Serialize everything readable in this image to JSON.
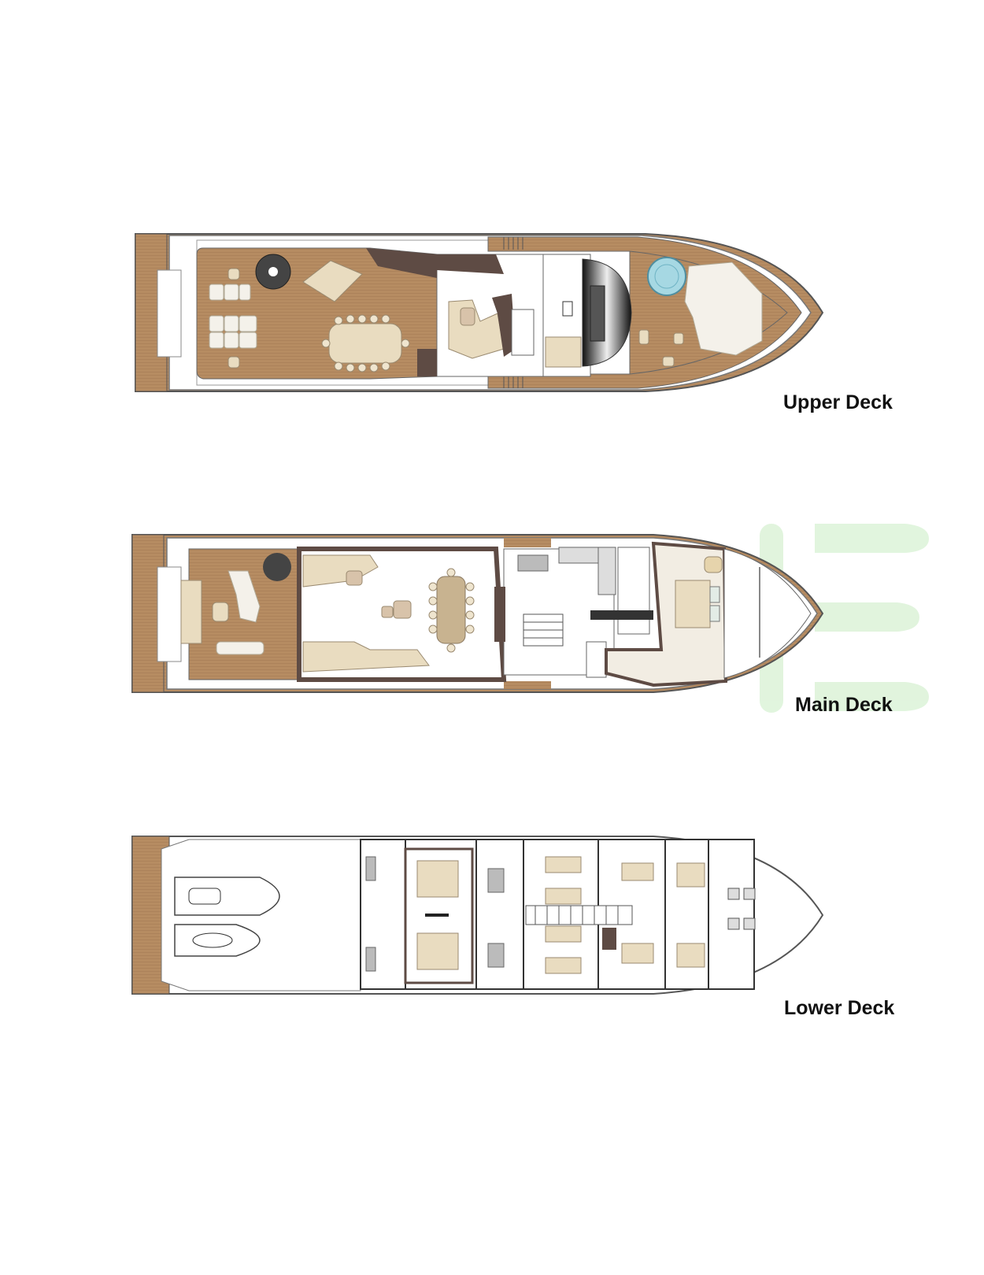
{
  "decks": [
    {
      "id": "upper",
      "label": "Upper Deck"
    },
    {
      "id": "main",
      "label": "Main Deck"
    },
    {
      "id": "lower",
      "label": "Lower Deck"
    }
  ],
  "colors": {
    "teak": "#b48a5f",
    "dark_brown": "#5e4b44",
    "cream": "#e9dcc0",
    "white_seat": "#f4f1ea",
    "hull_line": "#555555",
    "pool": "#9fd3e0",
    "watermark": "#d8f2d4"
  }
}
